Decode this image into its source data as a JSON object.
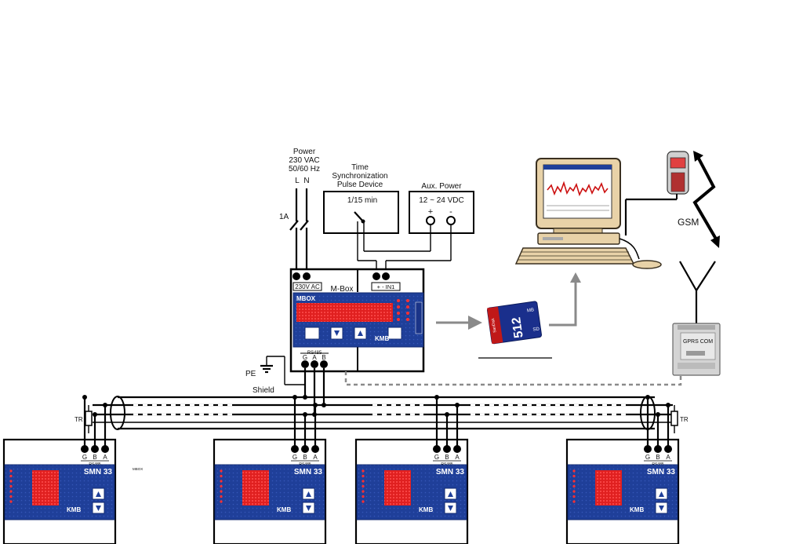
{
  "power": {
    "title": "Power",
    "voltage": "230 VAC",
    "frequency": "50/60 Hz",
    "line_label": "L",
    "neutral_label": "N",
    "fuse_label": "1A"
  },
  "sync_device": {
    "title_1": "Time",
    "title_2": "Synchronization",
    "title_3": "Pulse Device",
    "interval": "1/15 min"
  },
  "aux_power": {
    "title": "Aux. Power",
    "voltage": "12 ~ 24 VDC",
    "plus": "+",
    "minus": "-"
  },
  "mbox": {
    "label": "M-Box",
    "power_terminal": "230V AC",
    "input_terminal": "+ -  IN1",
    "brand": "MBOX",
    "logo": "KMB",
    "rs485": "RS485",
    "terminal_g": "G",
    "terminal_a": "A",
    "terminal_b": "B"
  },
  "pe_label": "PE",
  "shield_label": "Shield",
  "tr_left": "TR",
  "tr_right": "TR",
  "sd_card": {
    "brand": "SanDisk",
    "capacity": "512",
    "unit": "MB"
  },
  "gsm_label": "GSM",
  "gprs_label": "GPRS COM",
  "meters": [
    {
      "name": "SMN 33",
      "g": "G",
      "b": "B",
      "a": "A",
      "rs485": "RS485",
      "logo": "KMB",
      "tag": "MBOX"
    },
    {
      "name": "SMN 33",
      "g": "G",
      "b": "B",
      "a": "A",
      "rs485": "RS485",
      "logo": "KMB",
      "tag": ""
    },
    {
      "name": "SMN 33",
      "g": "G",
      "b": "B",
      "a": "A",
      "rs485": "RS485",
      "logo": "KMB",
      "tag": ""
    },
    {
      "name": "SMN 33",
      "g": "G",
      "b": "B",
      "a": "A",
      "rs485": "RS485",
      "logo": "KMB",
      "tag": ""
    }
  ],
  "colors": {
    "panel_blue": "#1f3f99",
    "display_red": "#e02020",
    "arrow_gray": "#8a8a8a",
    "computer_beige": "#e8d2a8"
  }
}
